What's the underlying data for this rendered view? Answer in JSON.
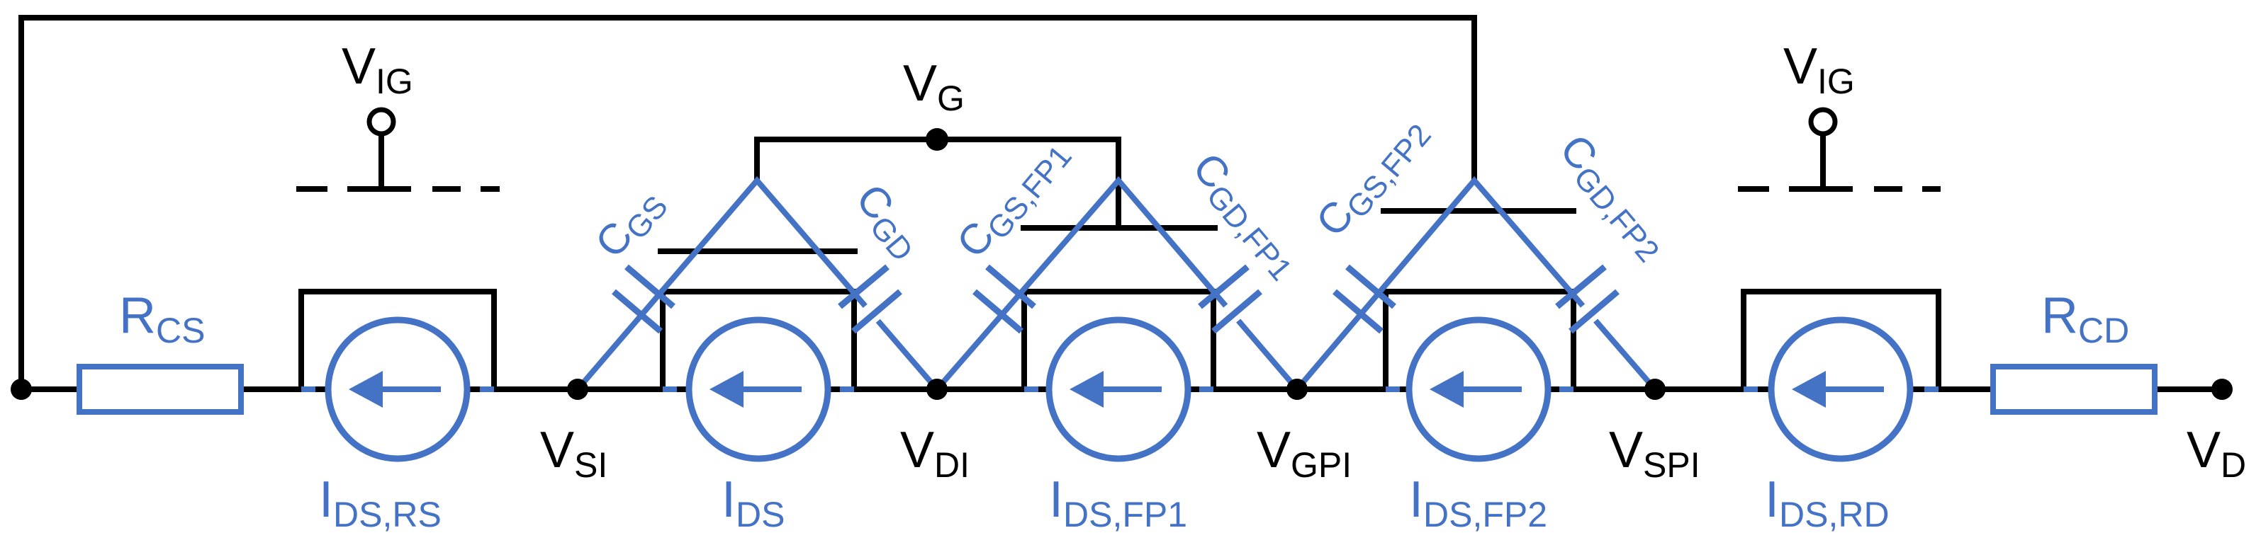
{
  "voltages": {
    "VIG_left": {
      "main": "V",
      "sub": "IG"
    },
    "VIG_right": {
      "main": "V",
      "sub": "IG"
    },
    "VG": {
      "main": "V",
      "sub": "G"
    },
    "VSI": {
      "main": "V",
      "sub": "SI"
    },
    "VDI": {
      "main": "V",
      "sub": "DI"
    },
    "VGPI": {
      "main": "V",
      "sub": "GPI"
    },
    "VSPI": {
      "main": "V",
      "sub": "SPI"
    },
    "VD": {
      "main": "V",
      "sub": "D"
    }
  },
  "resistors": {
    "RCS": {
      "main": "R",
      "sub": "CS"
    },
    "RCD": {
      "main": "R",
      "sub": "CD"
    }
  },
  "currents": {
    "IDS_RS": {
      "main": "I",
      "sub": "DS,RS"
    },
    "IDS": {
      "main": "I",
      "sub": "DS"
    },
    "IDS_FP1": {
      "main": "I",
      "sub": "DS,FP1"
    },
    "IDS_FP2": {
      "main": "I",
      "sub": "DS,FP2"
    },
    "IDS_RD": {
      "main": "I",
      "sub": "DS,RD"
    }
  },
  "capacitors": {
    "CGS": {
      "main": "C",
      "sub": "GS"
    },
    "CGD": {
      "main": "C",
      "sub": "GD"
    },
    "CGS_FP1": {
      "main": "C",
      "sub": "GS,FP1"
    },
    "CGD_FP1": {
      "main": "C",
      "sub": "GD,FP1"
    },
    "CGS_FP2": {
      "main": "C",
      "sub": "GS,FP2"
    },
    "CGD_FP2": {
      "main": "C",
      "sub": "GD,FP2"
    }
  },
  "colors": {
    "black": "#000000",
    "blue": "#4472C4"
  }
}
